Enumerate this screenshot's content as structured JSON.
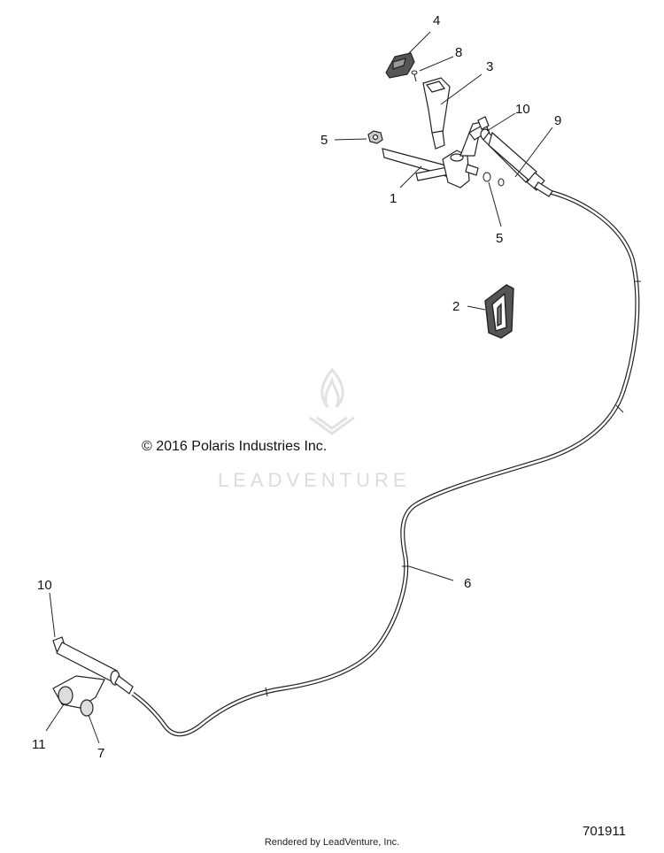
{
  "copyright": "© 2016 Polaris Industries Inc.",
  "watermark": "LEADVENTURE",
  "drawing_number": "701911",
  "footer": "Rendered by LeadVenture, Inc.",
  "callouts": {
    "c1": "1",
    "c2": "2",
    "c3": "3",
    "c4": "4",
    "c5a": "5",
    "c5b": "5",
    "c6": "6",
    "c7": "7",
    "c8": "8",
    "c9": "9",
    "c10a": "10",
    "c10b": "10",
    "c11": "11"
  }
}
